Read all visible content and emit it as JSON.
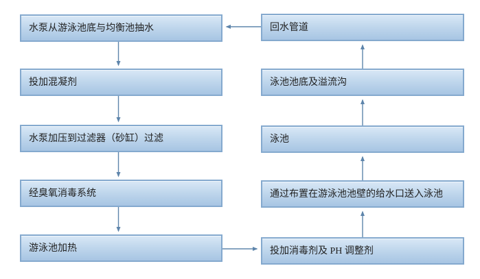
{
  "diagram": {
    "type": "flowchart",
    "description": "Swimming pool water circulation and treatment process flow",
    "nodes": {
      "left": [
        {
          "id": "L1",
          "label": "水泵从游泳池底与均衡池抽水"
        },
        {
          "id": "L2",
          "label": "投加混凝剂"
        },
        {
          "id": "L3",
          "label": "水泵加压到过滤器（砂缸）过滤"
        },
        {
          "id": "L4",
          "label": "经臭氧消毒系统"
        },
        {
          "id": "L5",
          "label": "游泳池加热"
        }
      ],
      "right": [
        {
          "id": "R1",
          "label": "回水管道"
        },
        {
          "id": "R2",
          "label": "泳池池底及溢流沟"
        },
        {
          "id": "R3",
          "label": "泳池"
        },
        {
          "id": "R4",
          "label": "通过布置在游泳池池壁的给水口送入泳池"
        },
        {
          "id": "R5",
          "label": "投加消毒剂及 PH 调整剂"
        }
      ]
    },
    "edges": [
      {
        "from": "L1",
        "to": "L2",
        "direction": "down"
      },
      {
        "from": "L2",
        "to": "L3",
        "direction": "down"
      },
      {
        "from": "L3",
        "to": "L4",
        "direction": "down"
      },
      {
        "from": "L4",
        "to": "L5",
        "direction": "down"
      },
      {
        "from": "L5",
        "to": "R5",
        "direction": "right"
      },
      {
        "from": "R5",
        "to": "R4",
        "direction": "up"
      },
      {
        "from": "R4",
        "to": "R3",
        "direction": "up"
      },
      {
        "from": "R3",
        "to": "R2",
        "direction": "up"
      },
      {
        "from": "R2",
        "to": "R1",
        "direction": "up"
      },
      {
        "from": "R1",
        "to": "L1",
        "direction": "left"
      }
    ],
    "colors": {
      "background": "#ffffff",
      "box_border": "#84a9ce",
      "box_fill_top": "#d9e8f6",
      "box_fill_mid": "#bfd6ec",
      "box_fill_bottom": "#a7c5e3",
      "arrow": "#5e85ab",
      "text": "#222222"
    }
  }
}
